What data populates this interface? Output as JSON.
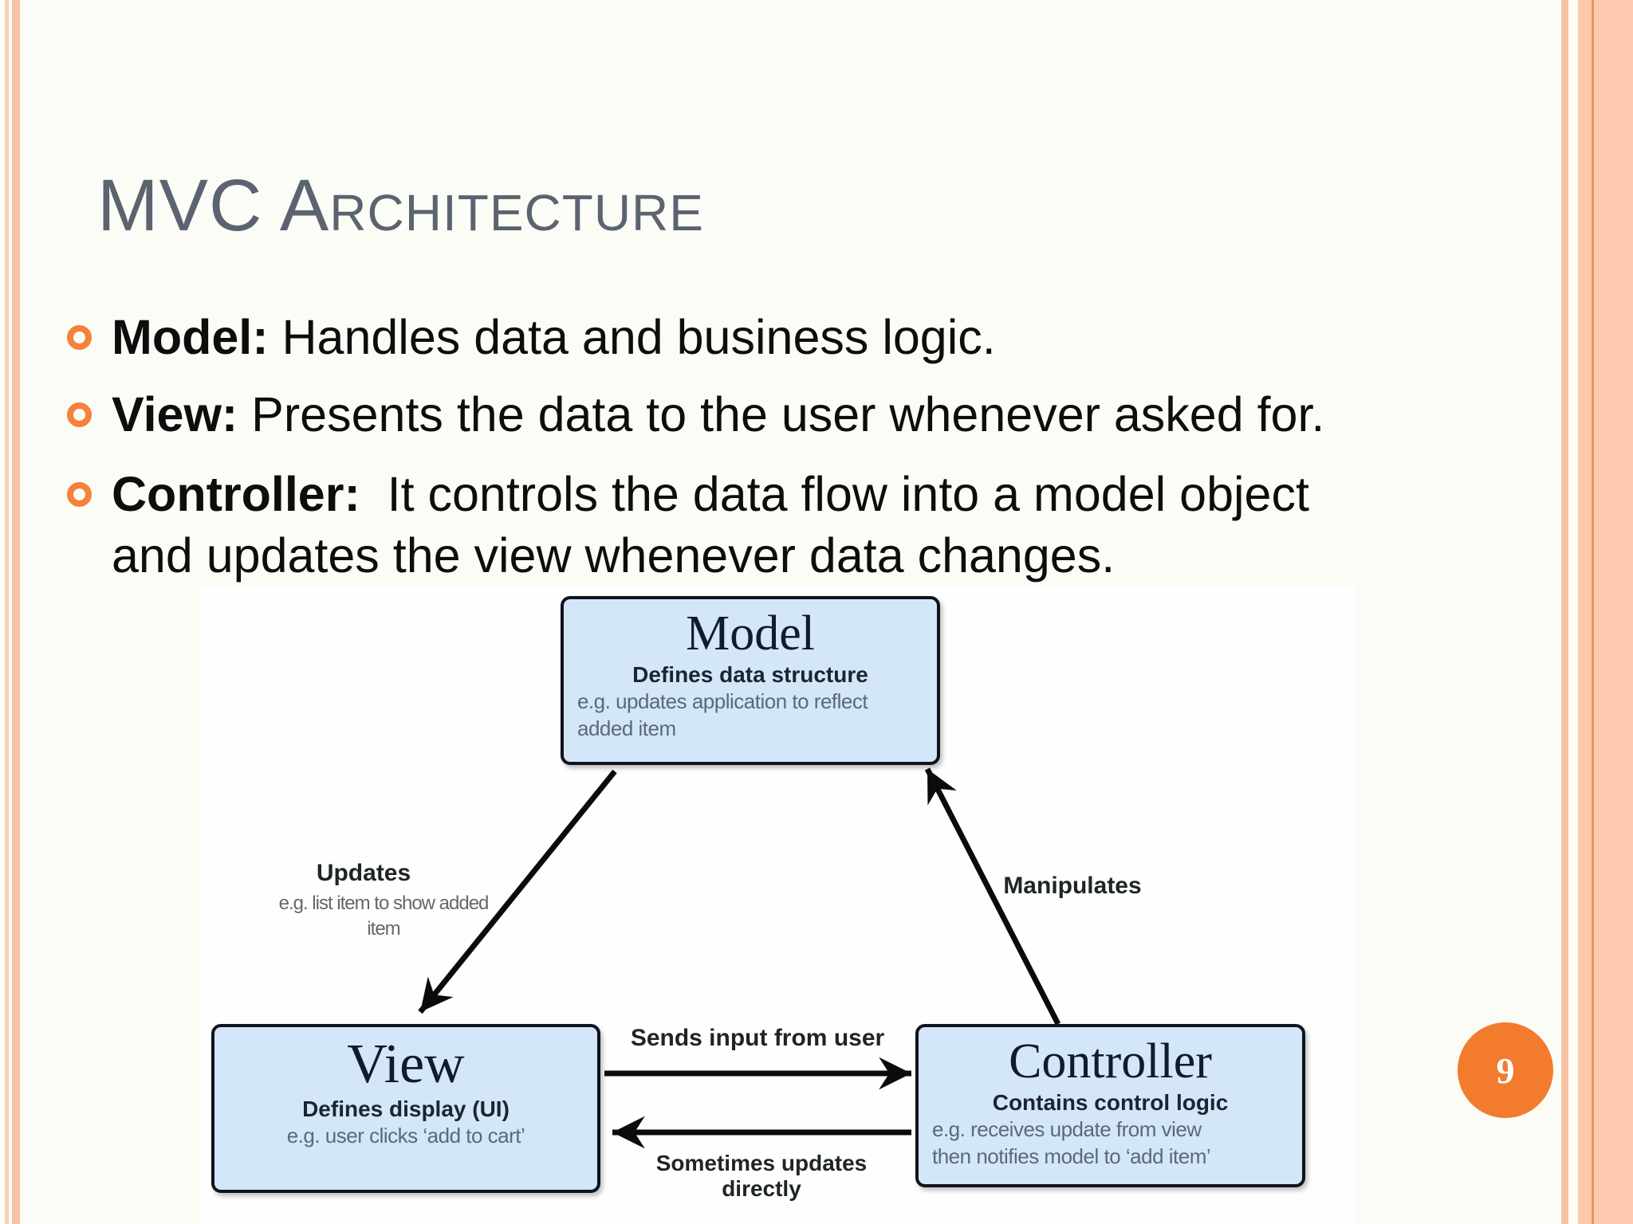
{
  "slide": {
    "title": "MVC Architecture",
    "bullets": [
      {
        "term": "Model:",
        "desc": " Handles data and business logic."
      },
      {
        "term": "View:",
        "desc": " Presents the data to the user whenever asked for."
      },
      {
        "term": "Controller:",
        "desc": "  It controls the data flow into a model object\nand updates the view whenever data changes."
      }
    ],
    "page_number": "9"
  },
  "diagram": {
    "nodes": {
      "model": {
        "title": "Model",
        "subtitle": "Defines data structure",
        "example_line1": "e.g. updates application to reflect",
        "example_line2": "added item"
      },
      "view": {
        "title": "View",
        "subtitle": "Defines display (UI)",
        "example_line1": "e.g. user clicks ‘add to cart’"
      },
      "controller": {
        "title": "Controller",
        "subtitle": "Contains control logic",
        "example_line1": "e.g. receives update from view",
        "example_line2": "then notifies model to ‘add item’"
      }
    },
    "edges": {
      "model_to_view": {
        "label": "Updates",
        "sublabel": "e.g. list item to show added item"
      },
      "controller_to_model": {
        "label": "Manipulates"
      },
      "view_to_controller": {
        "label": "Sends input from user"
      },
      "controller_to_view": {
        "label": "Sometimes updates directly"
      }
    }
  },
  "colors": {
    "accent_orange": "#f6813a",
    "page_badge_orange": "#f27b2e",
    "stripe_salmon": "#f8c2a4",
    "stripe_dark_orange": "#ec9253",
    "title_gray": "#5c6370",
    "node_fill": "#d3e7f8",
    "node_border": "#10141f",
    "arrow_black": "#0b0b0b"
  }
}
